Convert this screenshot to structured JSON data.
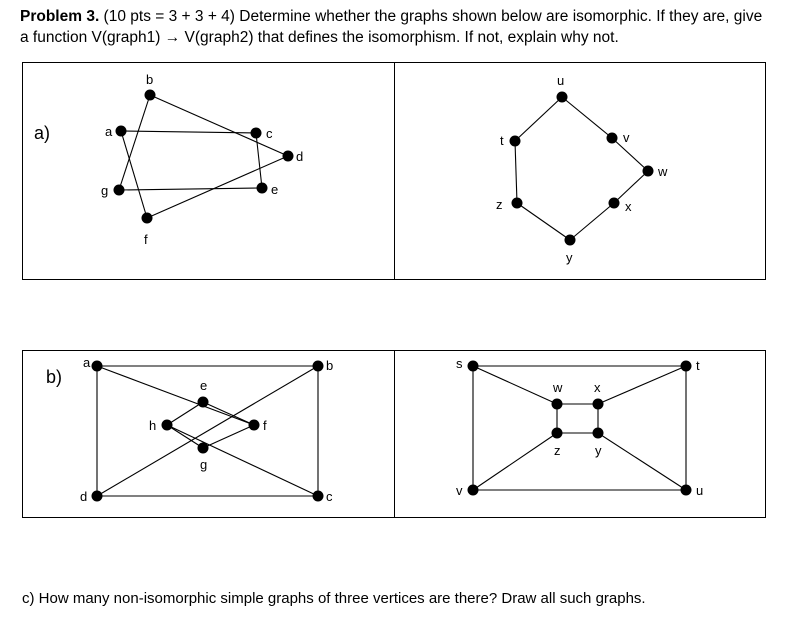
{
  "problem": {
    "number_label": "Problem 3.",
    "text_line1": " (10 pts = 3 + 3 + 4) Determine whether the graphs shown below are isomorphic. If they are, give",
    "text_line2": "a function V(graph1) → V(graph2) that defines the isomorphism. If not, explain why not."
  },
  "part_a": {
    "label": "a)",
    "graph1": {
      "vertices": [
        {
          "id": "a",
          "label": "a"
        },
        {
          "id": "b",
          "label": "b"
        },
        {
          "id": "c",
          "label": "c"
        },
        {
          "id": "d",
          "label": "d"
        },
        {
          "id": "e",
          "label": "e"
        },
        {
          "id": "f",
          "label": "f"
        },
        {
          "id": "g",
          "label": "g"
        }
      ],
      "edges": [
        [
          "a",
          "c"
        ],
        [
          "a",
          "f"
        ],
        [
          "b",
          "g"
        ],
        [
          "b",
          "d"
        ],
        [
          "c",
          "e"
        ],
        [
          "e",
          "g"
        ],
        [
          "d",
          "f"
        ]
      ]
    },
    "graph2": {
      "vertices": [
        {
          "id": "u",
          "label": "u"
        },
        {
          "id": "v",
          "label": "v"
        },
        {
          "id": "w",
          "label": "w"
        },
        {
          "id": "x",
          "label": "x"
        },
        {
          "id": "y",
          "label": "y"
        },
        {
          "id": "z",
          "label": "z"
        },
        {
          "id": "t",
          "label": "t"
        }
      ],
      "edges": [
        [
          "t",
          "u"
        ],
        [
          "u",
          "v"
        ],
        [
          "v",
          "w"
        ],
        [
          "w",
          "x"
        ],
        [
          "x",
          "y"
        ],
        [
          "y",
          "z"
        ],
        [
          "z",
          "t"
        ]
      ]
    }
  },
  "part_b": {
    "label": "b)",
    "graph1": {
      "vertices": [
        {
          "id": "a",
          "label": "a"
        },
        {
          "id": "b",
          "label": "b"
        },
        {
          "id": "c",
          "label": "c"
        },
        {
          "id": "d",
          "label": "d"
        },
        {
          "id": "e",
          "label": "e"
        },
        {
          "id": "f",
          "label": "f"
        },
        {
          "id": "g",
          "label": "g"
        },
        {
          "id": "h",
          "label": "h"
        }
      ],
      "edges": [
        [
          "a",
          "b"
        ],
        [
          "a",
          "d"
        ],
        [
          "b",
          "c"
        ],
        [
          "c",
          "d"
        ],
        [
          "a",
          "f"
        ],
        [
          "b",
          "d"
        ],
        [
          "h",
          "e"
        ],
        [
          "e",
          "f"
        ],
        [
          "f",
          "g"
        ],
        [
          "g",
          "h"
        ],
        [
          "h",
          "c"
        ]
      ]
    },
    "graph2": {
      "vertices": [
        {
          "id": "s",
          "label": "s"
        },
        {
          "id": "t",
          "label": "t"
        },
        {
          "id": "u",
          "label": "u"
        },
        {
          "id": "v",
          "label": "v"
        },
        {
          "id": "w",
          "label": "w"
        },
        {
          "id": "x",
          "label": "x"
        },
        {
          "id": "y",
          "label": "y"
        },
        {
          "id": "z",
          "label": "z"
        }
      ],
      "edges": [
        [
          "s",
          "t"
        ],
        [
          "t",
          "u"
        ],
        [
          "u",
          "v"
        ],
        [
          "v",
          "s"
        ],
        [
          "s",
          "w"
        ],
        [
          "w",
          "x"
        ],
        [
          "x",
          "y"
        ],
        [
          "y",
          "z"
        ],
        [
          "z",
          "w"
        ],
        [
          "x",
          "t"
        ],
        [
          "y",
          "u"
        ],
        [
          "z",
          "v"
        ]
      ]
    }
  },
  "part_c": {
    "question": "c) How many non-isomorphic simple graphs of three vertices are there? Draw all such graphs."
  }
}
